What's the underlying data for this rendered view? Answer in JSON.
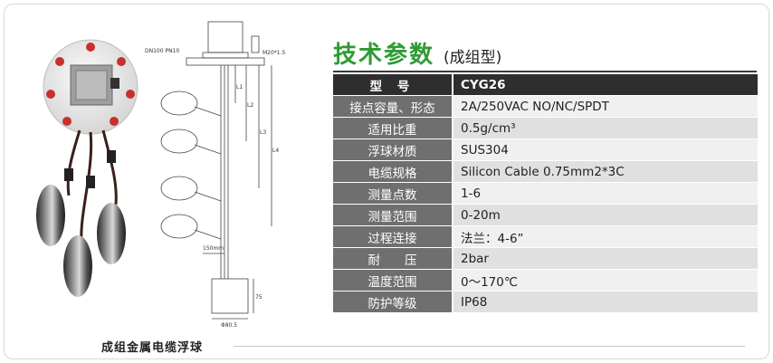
{
  "photo_caption": "成组金属电缆浮球",
  "drawing_labels": {
    "flange": "DN100 PN10",
    "thread": "M20*1.5",
    "l1": "L1",
    "l2": "L2",
    "l3": "L3",
    "l4": "L4",
    "spacing": "150mm",
    "weight_height": "75",
    "weight_dia": "Φ80.5"
  },
  "section": {
    "title": "技术参数",
    "subtitle": "(成组型)"
  },
  "spec_table": {
    "header": {
      "key": "型 号",
      "value": "CYG26"
    },
    "rows": [
      {
        "key": "接点容量、形态",
        "value": "2A/250VAC NO/NC/SPDT"
      },
      {
        "key": "适用比重",
        "value": "0.5g/cm³"
      },
      {
        "key": "浮球材质",
        "value": "SUS304"
      },
      {
        "key": "电缆规格",
        "value": "Silicon Cable 0.75mm2*3C"
      },
      {
        "key": "测量点数",
        "value": "1-6"
      },
      {
        "key": "测量范围",
        "value": "0-20m"
      },
      {
        "key": "过程连接",
        "value": "法兰：4-6”"
      },
      {
        "key": "耐　　压",
        "value": "2bar"
      },
      {
        "key": "温度范围",
        "value": "0～170℃"
      },
      {
        "key": "防护等级",
        "value": "IP68"
      }
    ]
  }
}
